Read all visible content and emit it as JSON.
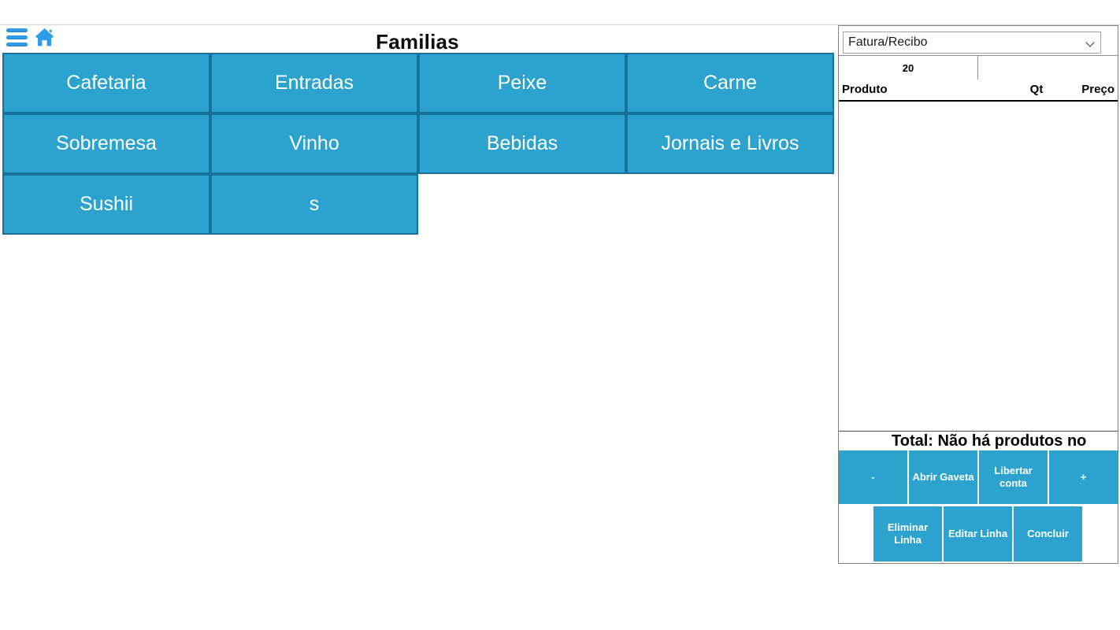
{
  "toolbar": {
    "menu_icon": "hamburger-icon",
    "home_icon": "home-icon"
  },
  "families": {
    "title": "Familias",
    "buttons": [
      "Cafetaria",
      "Entradas",
      "Peixe",
      "Carne",
      "Sobremesa",
      "Vinho",
      "Bebidas",
      "Jornais e Livros",
      "Sushii",
      "s"
    ]
  },
  "receipt": {
    "document_type_selected": "Fatura/Recibo",
    "table_number": "20",
    "table": {
      "headers": {
        "product": "Produto",
        "qty": "Qt",
        "price": "Preço"
      },
      "rows": []
    },
    "total_text": "Total: Não há produtos no",
    "actions_row1": [
      "-",
      "Abrir Gaveta",
      "Libertar conta",
      "+"
    ],
    "actions_row2": [
      "Eliminar Linha",
      "Editar Linha",
      "Concluir"
    ]
  },
  "colors": {
    "tile_fill": "#2ba3ce",
    "tile_border": "#17719c",
    "icon_blue": "#2e9be8",
    "panel_border": "#808080"
  }
}
